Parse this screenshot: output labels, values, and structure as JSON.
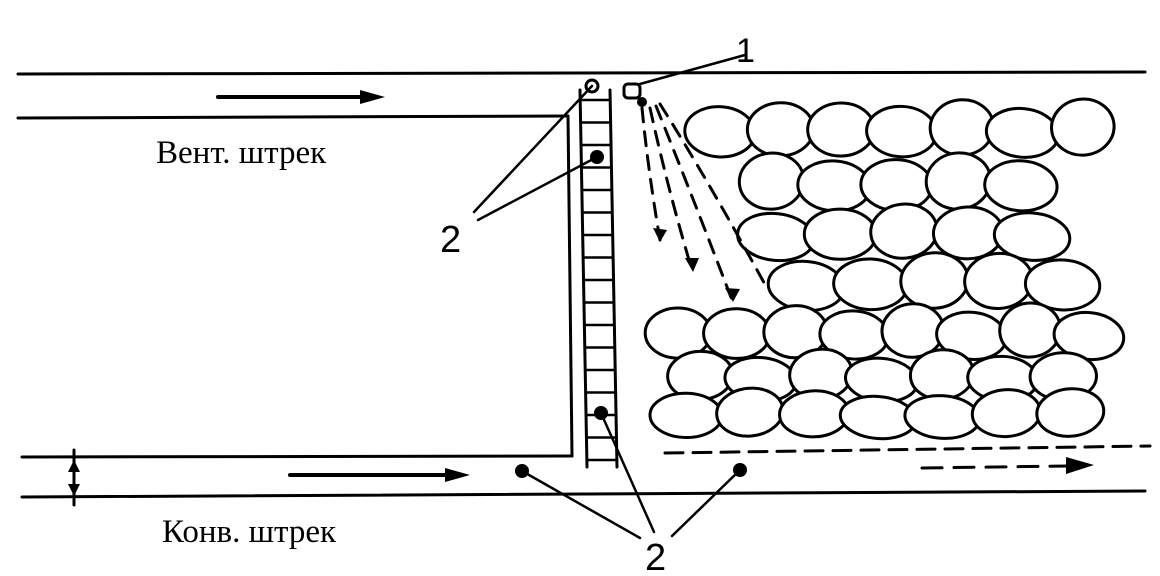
{
  "labels": {
    "vent_drift": "Вент. штрек",
    "conv_drift": "Конв. штрек",
    "marker_1": "1",
    "marker_2_upper": "2",
    "marker_2_lower": "2"
  },
  "colors": {
    "ink": "#000000",
    "background": "#ffffff"
  }
}
